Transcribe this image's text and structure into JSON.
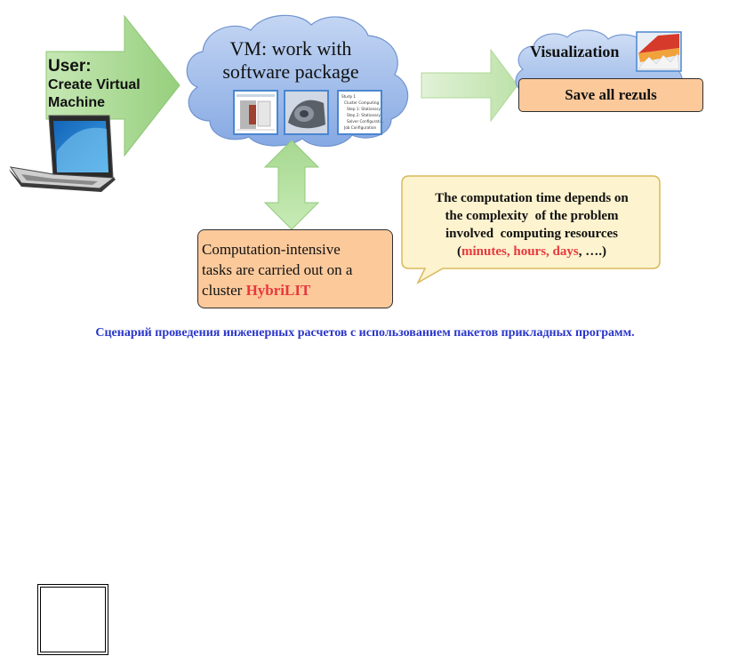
{
  "user": {
    "line1": "User:",
    "line2": "Create Virtual",
    "line3": "Machine"
  },
  "vm": {
    "line1": "VM: work with",
    "line2": "software package"
  },
  "visualization": {
    "label": "Visualization"
  },
  "save": {
    "label": "Save all rezuls"
  },
  "computation": {
    "line1": "Computation-intensive",
    "line2": "tasks are carried out on a",
    "line3_prefix": "cluster ",
    "line3_highlight": "HybriLIT"
  },
  "callout": {
    "line1": "The computation time depends on",
    "line2": "the complexity  of the problem",
    "line3": "involved  computing resources",
    "line4_open": "(",
    "line4_highlight": "minutes, hours, days",
    "line4_close": ", ….)"
  },
  "caption": "Сценарий проведения инженерных расчетов с использованием пакетов прикладных программ.",
  "thumbnails": {
    "study_tree": [
      "Study 1",
      "Cluster Computing",
      "Step 1: Stationary",
      "Step 2: Stationary",
      "Solver Configurati...",
      "Job Configuration"
    ]
  },
  "colors": {
    "arrow_green": "#a8d894",
    "cloud_blue": "#9fbce8",
    "box_orange": "#fcc99b",
    "callout_yellow": "#fdf3cf",
    "highlight_red": "#e8383d",
    "caption_blue": "#2a36c9"
  }
}
